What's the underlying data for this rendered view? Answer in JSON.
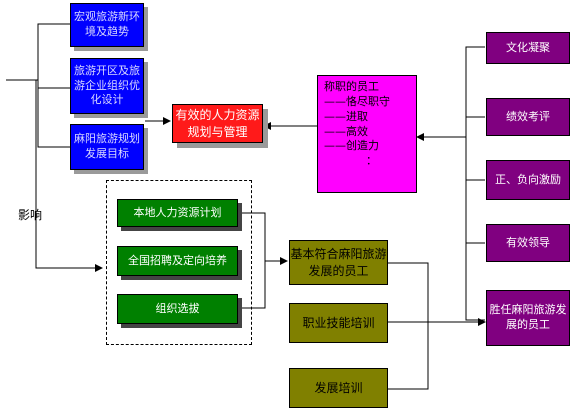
{
  "diagram": {
    "influence_label": "影响",
    "blue_boxes": [
      "宏观旅游新环境及趋势",
      "旅游开区及旅游企业组织优化设计",
      "麻阳旅游规划发展目标"
    ],
    "red_box": "有效的人力资源规划与管理",
    "pink_box": {
      "title": "称职的员工",
      "items": [
        "——恪尽职守",
        "——进取",
        "——高效",
        "——创造力"
      ],
      "ellipsis": "："
    },
    "purple_boxes": [
      "文化凝聚",
      "绩效考评",
      "正、负向激励",
      "有效领导",
      "胜任麻阳旅游发展的员工"
    ],
    "green_boxes": [
      "本地人力资源计划",
      "全国招聘及定向培养",
      "组织选拔"
    ],
    "olive_boxes": [
      "基本符合麻阳旅游发展的员工",
      "职业技能培训",
      "发展培训"
    ]
  }
}
